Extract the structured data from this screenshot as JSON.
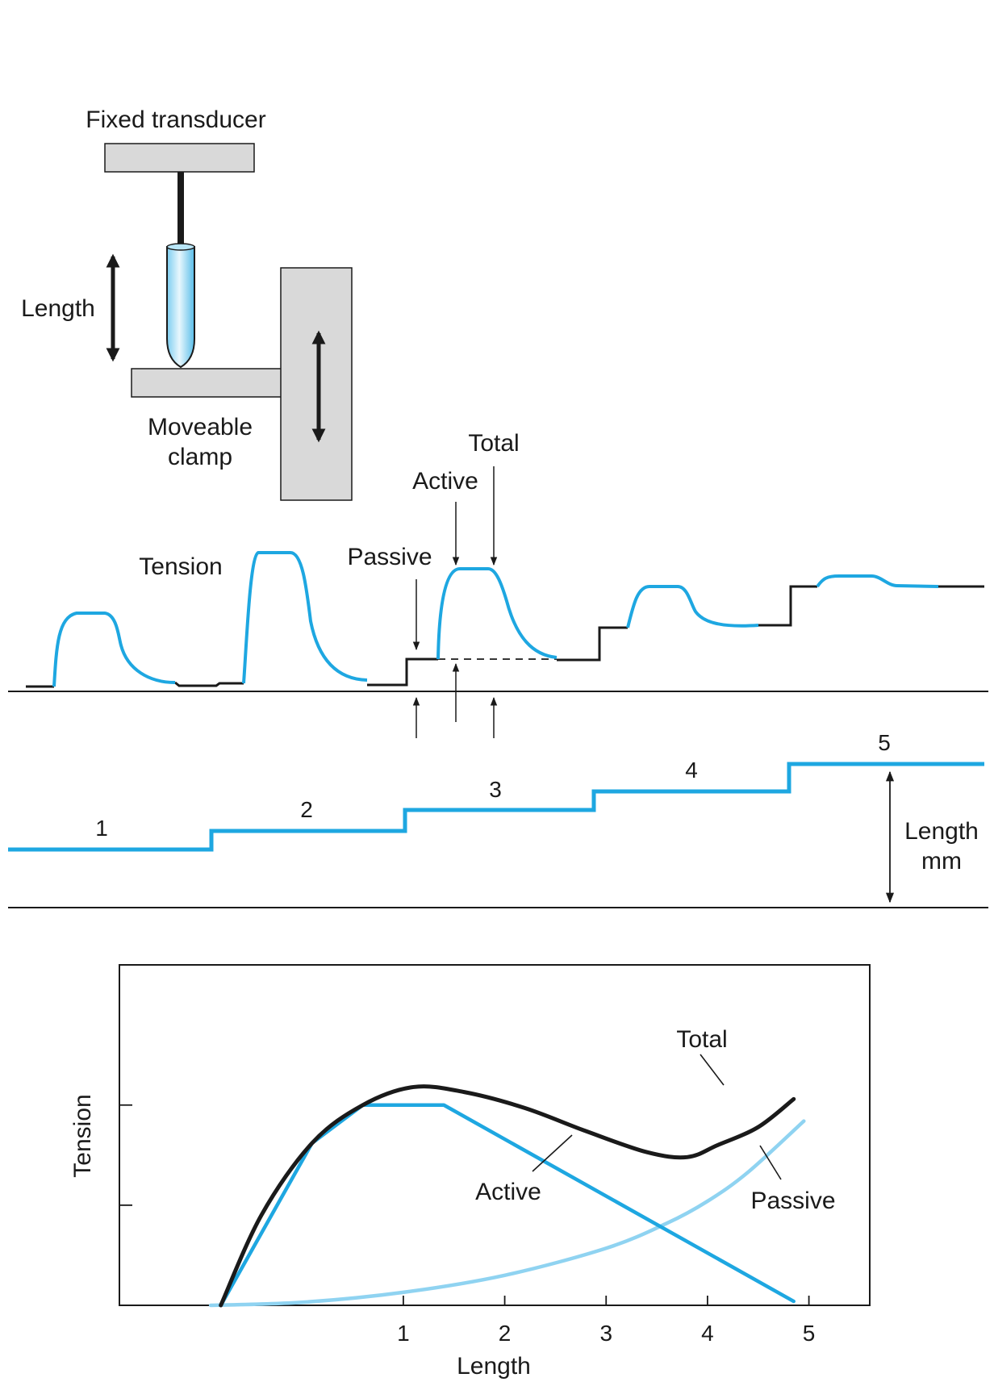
{
  "apparatus": {
    "fixed_transducer_label": "Fixed transducer",
    "length_label": "Length",
    "moveable_clamp_line1": "Moveable",
    "moveable_clamp_line2": "clamp"
  },
  "traces": {
    "tension_label": "Tension",
    "passive_label": "Passive",
    "active_label": "Active",
    "total_label": "Total",
    "length_steps": [
      "1",
      "2",
      "3",
      "4",
      "5"
    ],
    "length_mm_line1": "Length",
    "length_mm_line2": "mm"
  },
  "colors": {
    "blue": "#1ea7e1",
    "light_blue": "#8fd3f1",
    "black": "#1a1a1a",
    "gray_fill": "#d9d9d9"
  },
  "chart_data": {
    "type": "line",
    "xlabel": "Length",
    "ylabel": "Tension",
    "x_ticks": [
      "1",
      "2",
      "3",
      "4",
      "5"
    ],
    "xlim": [
      -1.8,
      5.6
    ],
    "ylim": [
      0,
      3.4
    ],
    "y_ticks": [
      1,
      2
    ],
    "series": [
      {
        "name": "Total",
        "color": "#1a1a1a",
        "x": [
          -0.8,
          -0.4,
          0.1,
          0.6,
          1.1,
          1.6,
          2.2,
          2.8,
          3.4,
          3.8,
          4.1,
          4.5,
          4.85
        ],
        "y": [
          0.0,
          0.9,
          1.62,
          2.0,
          2.18,
          2.13,
          1.97,
          1.74,
          1.53,
          1.48,
          1.6,
          1.78,
          2.06
        ]
      },
      {
        "name": "Active",
        "color": "#1ea7e1",
        "x": [
          -0.8,
          0.1,
          0.6,
          1.4,
          4.85
        ],
        "y": [
          0.0,
          1.62,
          2.0,
          2.0,
          0.04
        ]
      },
      {
        "name": "Passive",
        "color": "#8fd3f1",
        "x": [
          -0.9,
          0.0,
          1.0,
          2.0,
          3.0,
          3.6,
          4.0,
          4.4,
          4.95
        ],
        "y": [
          0.0,
          0.03,
          0.13,
          0.3,
          0.57,
          0.82,
          1.04,
          1.33,
          1.84
        ]
      }
    ]
  }
}
